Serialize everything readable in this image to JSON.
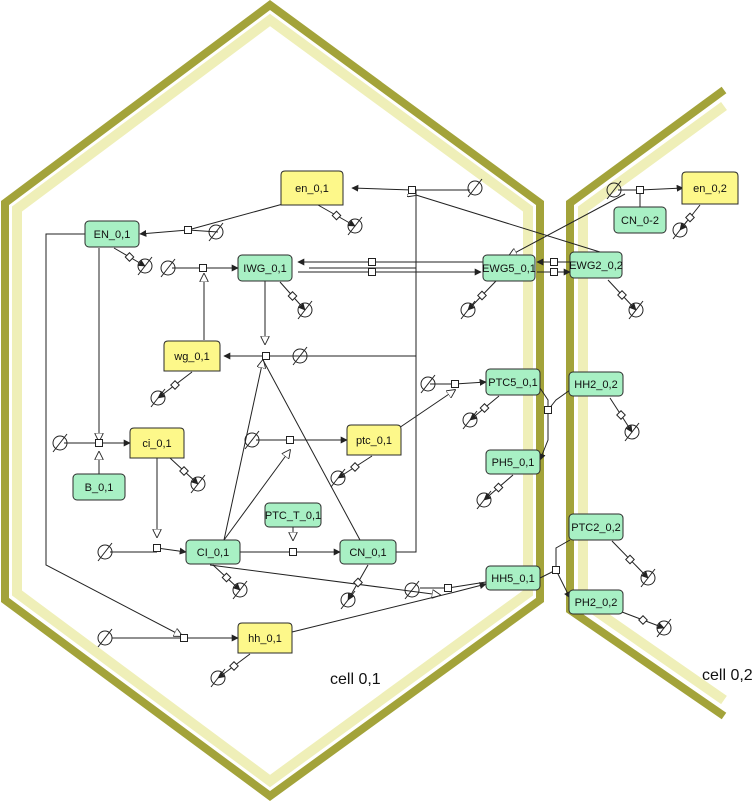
{
  "cells": [
    {
      "id": "cell01",
      "label": "cell 0,1"
    },
    {
      "id": "cell02",
      "label": "cell 0,2"
    }
  ],
  "nodes": [
    {
      "id": "en01",
      "label": "en_0,1",
      "type": "mrna"
    },
    {
      "id": "EN01",
      "label": "EN_0,1",
      "type": "protein"
    },
    {
      "id": "IWG01",
      "label": "IWG_0,1",
      "type": "protein"
    },
    {
      "id": "wg01",
      "label": "wg_0,1",
      "type": "mrna"
    },
    {
      "id": "ci01",
      "label": "ci_0,1",
      "type": "mrna"
    },
    {
      "id": "B01",
      "label": "B_0,1",
      "type": "protein"
    },
    {
      "id": "ptc01",
      "label": "ptc_0,1",
      "type": "mrna"
    },
    {
      "id": "PTCT01",
      "label": "PTC_T_0,1",
      "type": "protein"
    },
    {
      "id": "CI01",
      "label": "CI_0,1",
      "type": "protein"
    },
    {
      "id": "CN01",
      "label": "CN_0,1",
      "type": "protein"
    },
    {
      "id": "hh01",
      "label": "hh_0,1",
      "type": "mrna"
    },
    {
      "id": "EWG501",
      "label": "EWG5_0,1",
      "type": "protein"
    },
    {
      "id": "EWG202",
      "label": "EWG2_0,2",
      "type": "protein"
    },
    {
      "id": "PTC501",
      "label": "PTC5_0,1",
      "type": "protein"
    },
    {
      "id": "PH501",
      "label": "PH5_0,1",
      "type": "protein"
    },
    {
      "id": "HH501",
      "label": "HH5_0,1",
      "type": "protein"
    },
    {
      "id": "HH202",
      "label": "HH2_0,2",
      "type": "protein"
    },
    {
      "id": "PTC202",
      "label": "PTC2_0,2",
      "type": "protein"
    },
    {
      "id": "PH202",
      "label": "PH2_0,2",
      "type": "protein"
    },
    {
      "id": "en02",
      "label": "en_0,2",
      "type": "mrna"
    },
    {
      "id": "CN02",
      "label": "CN_0-2",
      "type": "protein"
    }
  ],
  "colors": {
    "cell_border_outer": "#a3a33a",
    "cell_border_inner": "#efefb8",
    "mrna_fill": "#fdf88a",
    "protein_fill": "#a8f0c4",
    "node_stroke": "#2b2b2b",
    "edge": "#222222"
  }
}
